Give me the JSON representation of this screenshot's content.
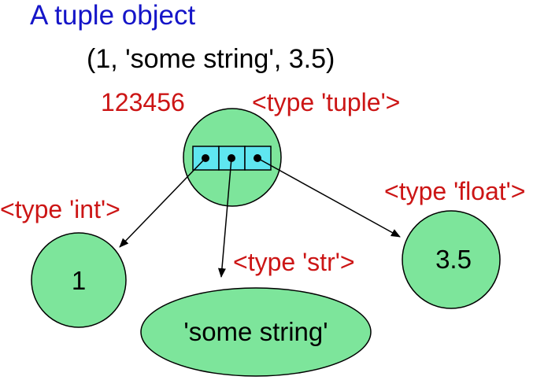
{
  "title": "A tuple object",
  "tuple_literal": "(1, 'some string', 3.5)",
  "object_id": "123456",
  "tuple_type": "<type 'tuple'>",
  "int_type": "<type 'int'>",
  "str_type": "<type 'str'>",
  "float_type": "<type 'float'>",
  "int_value": "1",
  "str_value": "'some string'",
  "float_value": "3.5",
  "colors": {
    "title": "#1515c8",
    "type_label": "#cc1515",
    "node_fill": "#7de59b",
    "slot_fill": "#5fe6f0",
    "stroke": "#000000"
  }
}
